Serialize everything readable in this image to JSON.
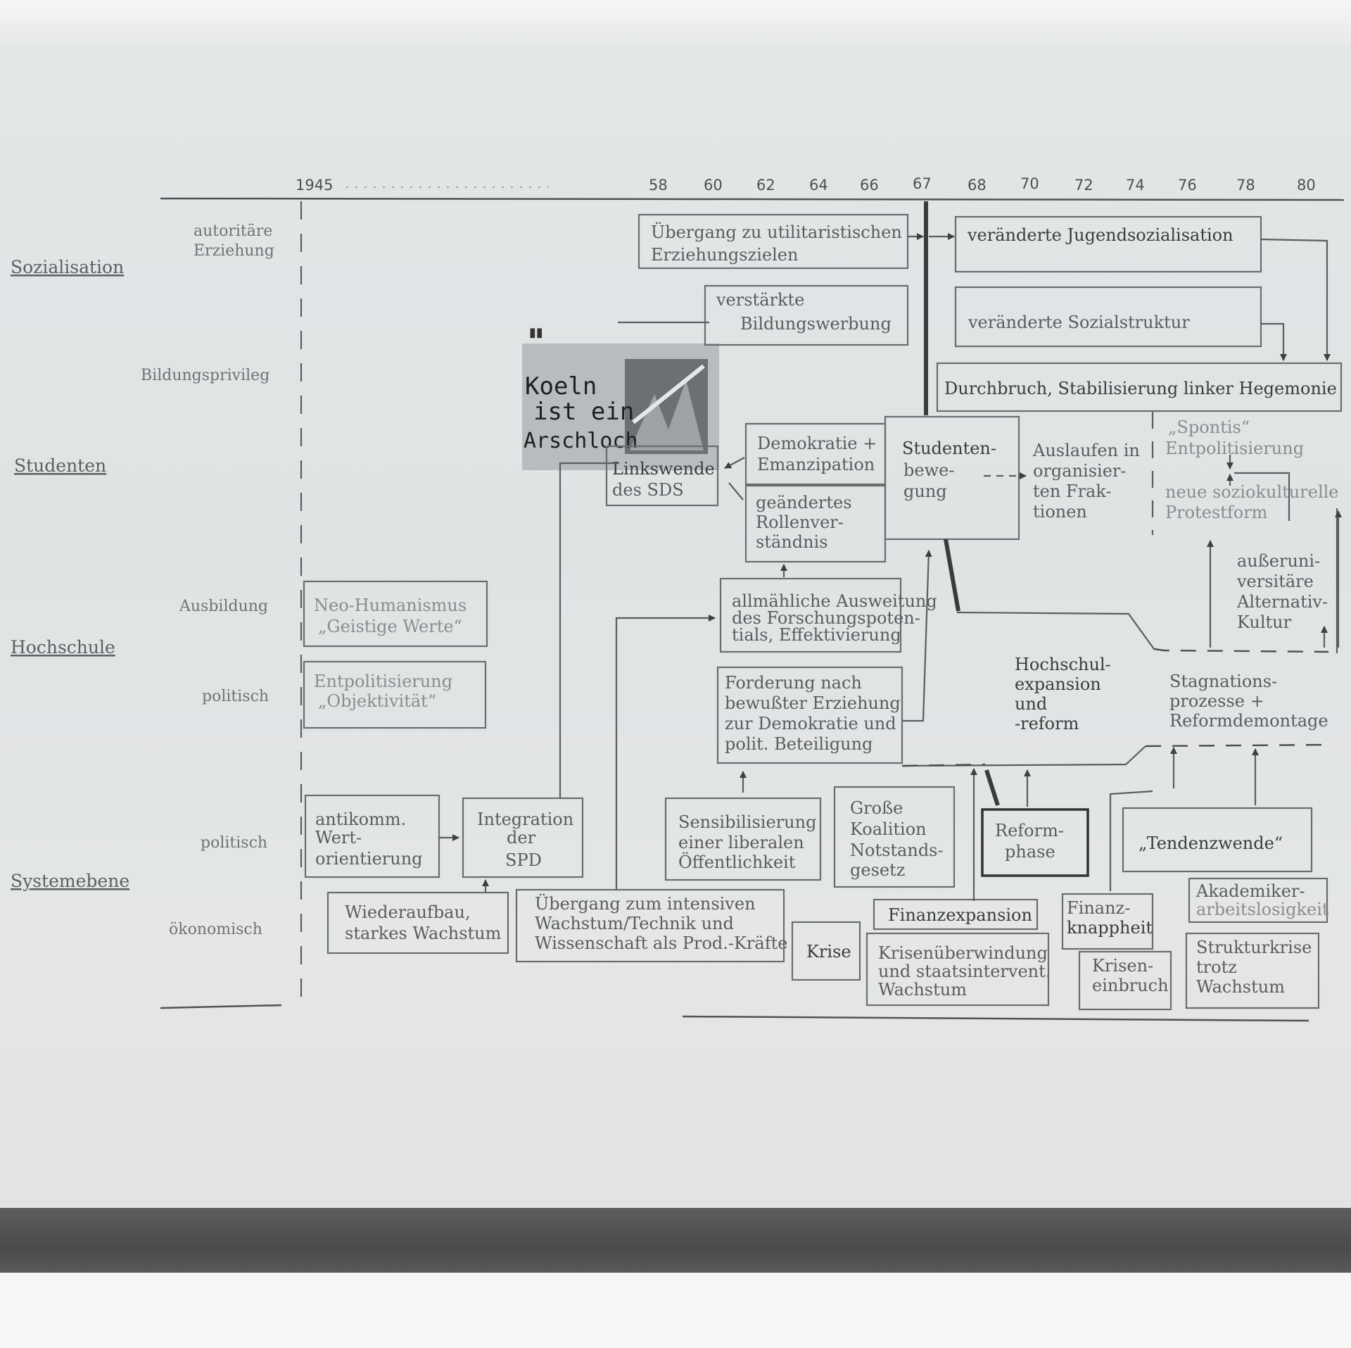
{
  "timeline": {
    "years": [
      "1945",
      "58",
      "60",
      "62",
      "64",
      "66",
      "67",
      "68",
      "70",
      "72",
      "74",
      "76",
      "78",
      "80"
    ]
  },
  "categories": {
    "sozialisation": "Sozialisation",
    "studenten": "Studenten",
    "hochschule": "Hochschule",
    "systemebene": "Systemebene"
  },
  "sublabels": {
    "autoritaere": [
      "autoritäre",
      "Erziehung"
    ],
    "bildungsprivileg": "Bildungsprivileg",
    "ausbildung": "Ausbildung",
    "politisch_hochschule": "politisch",
    "politisch_system": "politisch",
    "oekonomisch": "ökonomisch"
  },
  "poster": {
    "lines": [
      "Koeln",
      "ist ein",
      "Arschloch"
    ]
  },
  "boxes": {
    "uebergang_utilitaristisch": [
      "Übergang zu utilitaristischen",
      "Erziehungszielen"
    ],
    "veraenderte_jugend": [
      "veränderte Jugendsozialisation"
    ],
    "verstaerkte_bildung": [
      "verstärkte",
      "Bildungswerbung"
    ],
    "veraenderte_sozial": [
      "veränderte Sozialstruktur"
    ],
    "durchbruch": [
      "Durchbruch, Stabilisierung linker Hegemonie"
    ],
    "linkswende": [
      "Linkswende",
      "des SDS"
    ],
    "demokratie": [
      "Demokratie +",
      "Emanzipation"
    ],
    "rollenverstaendnis": [
      "geändertes",
      "Rollenver-",
      "ständnis"
    ],
    "studentenbewegung": [
      "Studenten-",
      "bewe-",
      "gung"
    ],
    "auslaufen": [
      "Auslaufen in",
      "organisier-",
      "ten Frak-",
      "tionen"
    ],
    "spontis": [
      "„Spontis“",
      "Entpolitisierung"
    ],
    "protestform": [
      "neue soziokulturelle",
      "Protestform"
    ],
    "ausseruniversitaer": [
      "außeruni-",
      "versitäre",
      "Alternativ-",
      "Kultur"
    ],
    "neo_humanismus": [
      "Neo-Humanismus",
      "„Geistige Werte“"
    ],
    "entpolitisierung": [
      "Entpolitisierung",
      "„Objektivität“"
    ],
    "forschungspotential": [
      "allmähliche Ausweitung",
      "des Forschungspoten-",
      "tials, Effektivierung"
    ],
    "forderung": [
      "Forderung nach",
      "bewußter Erziehung",
      "zur Demokratie und",
      "polit. Beteiligung"
    ],
    "hochschulexpansion": [
      "Hochschul-",
      "expansion",
      "und",
      "-reform"
    ],
    "stagnation": [
      "Stagnations-",
      "prozesse +",
      "Reformdemontage"
    ],
    "antikommunistisch": [
      "antikomm.",
      "Wert-",
      "orientierung"
    ],
    "integration_spd": [
      "Integration",
      "der",
      "SPD"
    ],
    "sensibilisierung": [
      "Sensibilisierung",
      "einer liberalen",
      "Öffentlichkeit"
    ],
    "grosse_koalition": [
      "Große",
      "Koalition",
      "Notstands-",
      "gesetz"
    ],
    "reformphase": [
      "Reform-",
      "phase"
    ],
    "tendenzwende": [
      "„Tendenzwende“"
    ],
    "wiederaufbau": [
      "Wiederaufbau,",
      "starkes Wachstum"
    ],
    "uebergang_intensiv": [
      "Übergang zum intensiven",
      "Wachstum/Technik und",
      "Wissenschaft als Prod.-Kräfte"
    ],
    "krise": [
      "Krise"
    ],
    "finanzexpansion": [
      "Finanzexpansion"
    ],
    "krisenueberwindung": [
      "Krisenüberwindung",
      "und staatsintervent.",
      "Wachstum"
    ],
    "finanzknappheit": [
      "Finanz-",
      "knappheit"
    ],
    "kriseneinbruch": [
      "Krisen-",
      "einbruch"
    ],
    "akademiker": [
      "Akademiker-",
      "arbeitslosigkeit"
    ],
    "strukturkrise": [
      "Strukturkrise",
      "trotz",
      "Wachstum"
    ]
  }
}
